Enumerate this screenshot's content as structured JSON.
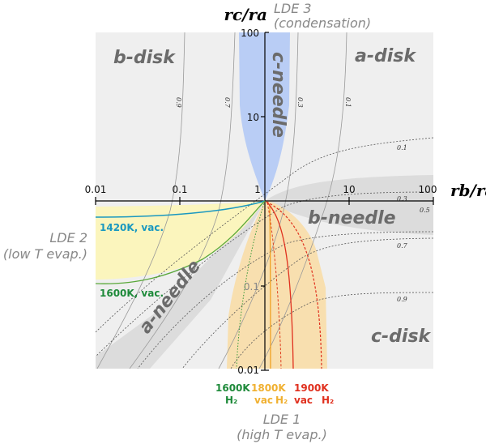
{
  "axes": {
    "x_label": "rb/ra",
    "y_label": "rc/ra",
    "x_ticks": [
      "0.01",
      "0.1",
      "1",
      "10",
      "100"
    ],
    "y_ticks": [
      "100",
      "10",
      "0.1",
      "0.01"
    ],
    "scale": "log"
  },
  "regions": {
    "b_disk": "b-disk",
    "a_disk": "a-disk",
    "c_disk": "c-disk",
    "c_needle": "c-needle",
    "b_needle": "b-needle",
    "a_needle": "a-needle"
  },
  "lde": {
    "lde3_title": "LDE 3",
    "lde3_sub": "(condensation)",
    "lde2_title": "LDE 2",
    "lde2_sub": "(low T evap.)",
    "lde1_title": "LDE 1",
    "lde1_sub": "(high T evap.)"
  },
  "iso_labels_vertical": [
    "0.9",
    "0.7",
    "0.3",
    "0.1"
  ],
  "iso_labels_horizontal": [
    "0.1",
    "0.3",
    "0.5",
    "0.7",
    "0.9"
  ],
  "curve_labels": {
    "c1420": "1420K, vac.",
    "c1600vac": "1600K, vac.",
    "t1600": "1600K",
    "h2_1600": "H₂",
    "t1800": "1800K",
    "vac1800": "vac",
    "h2_1800": "H₂",
    "t1900": "1900K",
    "vac1900": "vac",
    "h2_1900": "H₂"
  },
  "colors": {
    "c_needle": "#b9cdf5",
    "lde2_fill": "#fbf5bd",
    "lde1_fill": "#f8dfaf",
    "needle_gray": "#dcdcdc",
    "bg": "#efefef",
    "c1420": "#1a98c0",
    "c1600": "#5aa83a",
    "green_label": "#1e8a3a",
    "orange": "#f0b030",
    "red": "#e0301e"
  }
}
